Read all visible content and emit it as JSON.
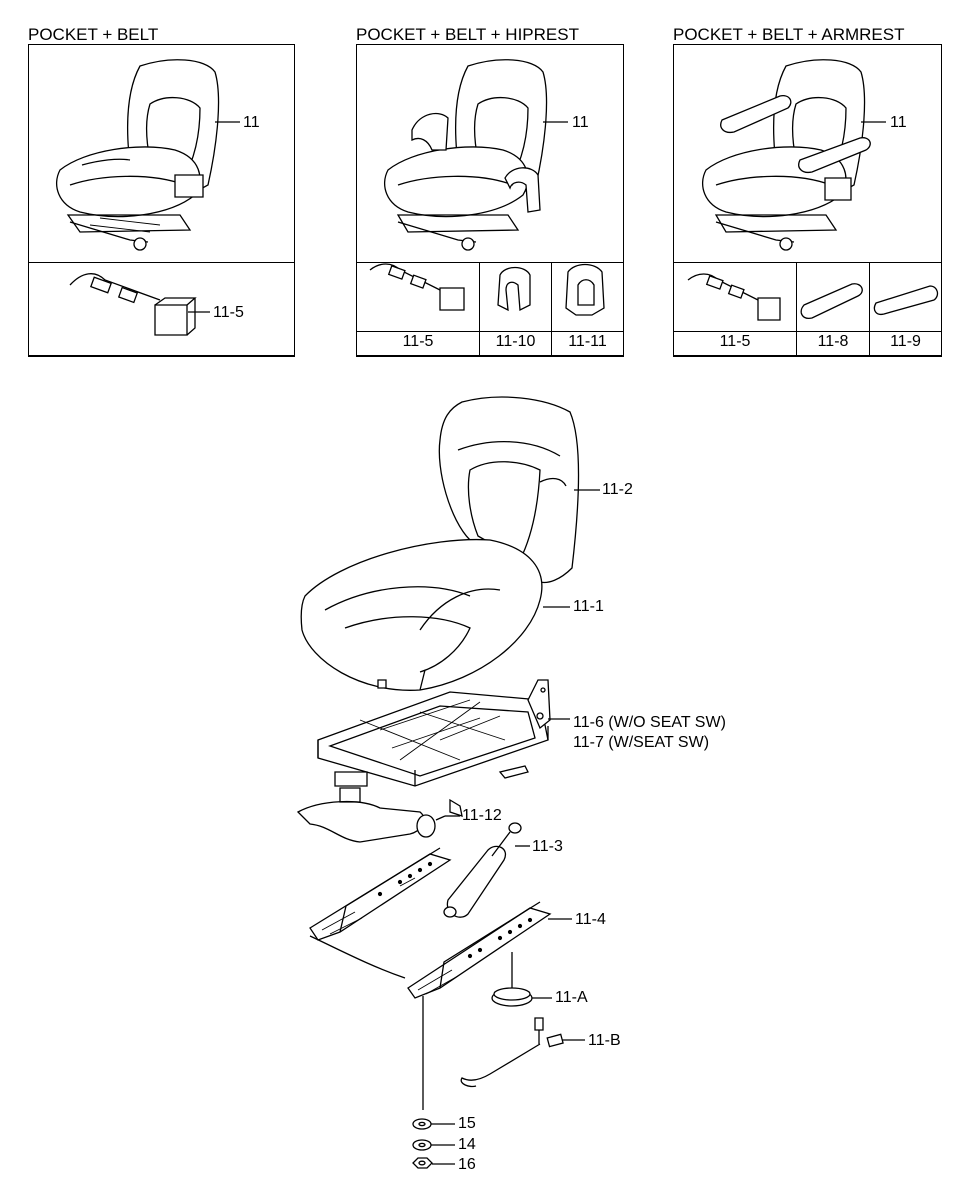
{
  "variants": [
    {
      "title": "POCKET + BELT",
      "seat_label": "11",
      "parts": [
        "11-5"
      ]
    },
    {
      "title": "POCKET + BELT + HIPREST",
      "seat_label": "11",
      "parts": [
        "11-5",
        "11-10",
        "11-11"
      ]
    },
    {
      "title": "POCKET + BELT + ARMREST",
      "seat_label": "11",
      "parts": [
        "11-5",
        "11-8",
        "11-9"
      ]
    }
  ],
  "exploded": {
    "backrest": "11-2",
    "cushion": "11-1",
    "frame_wo_switch": "11-6 (W/O SEAT SW)",
    "frame_w_switch": "11-7 (W/SEAT SW)",
    "knob": "11-12",
    "damper": "11-3",
    "rails": "11-4",
    "grommet": "11-A",
    "harness": "11-B",
    "washer_a": "15",
    "washer_b": "14",
    "nut": "16"
  }
}
